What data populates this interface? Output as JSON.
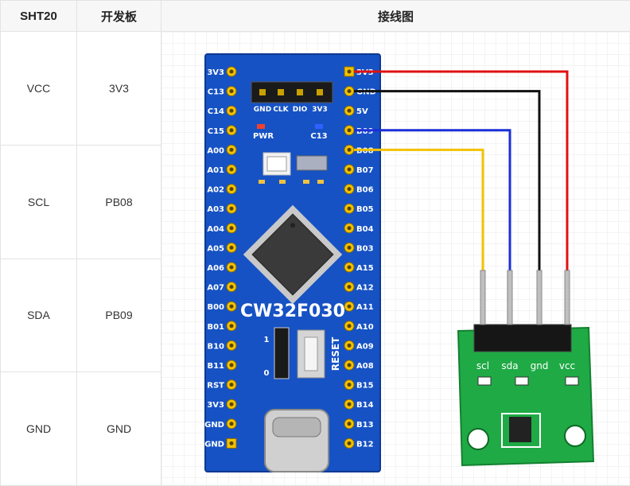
{
  "table": {
    "headers": [
      "SHT20",
      "开发板",
      "接线图"
    ],
    "rows": [
      {
        "sht20": "VCC",
        "board": "3V3"
      },
      {
        "sht20": "SCL",
        "board": "PB08"
      },
      {
        "sht20": "SDA",
        "board": "PB09"
      },
      {
        "sht20": "GND",
        "board": "GND"
      }
    ]
  },
  "diagram": {
    "board_name": "CW32F030",
    "left_pins": [
      "3V3",
      "C13",
      "C14",
      "C15",
      "A00",
      "A01",
      "A02",
      "A03",
      "A04",
      "A05",
      "A06",
      "A07",
      "B00",
      "B01",
      "B10",
      "B11",
      "RST",
      "3V3",
      "GND",
      "GND"
    ],
    "right_pins": [
      "3V3",
      "GND",
      "5V",
      "B09",
      "B08",
      "B07",
      "B06",
      "B05",
      "B04",
      "B03",
      "A15",
      "A12",
      "A11",
      "A10",
      "A09",
      "A08",
      "B15",
      "B14",
      "B13",
      "B12"
    ],
    "header_labels": [
      "GND",
      "CLK",
      "DIO",
      "3V3"
    ],
    "led_labels": [
      "PWR",
      "C13"
    ],
    "reset_label": "RESET",
    "boot_labels": [
      "1",
      "0"
    ],
    "sensor_labels": [
      "scl",
      "sda",
      "gnd",
      "vcc"
    ],
    "wire_colors": {
      "vcc": "#e01010",
      "gnd": "#111111",
      "sda": "#1a2fd8",
      "scl": "#f2c200"
    },
    "board_color": "#1652c4",
    "sensor_color": "#1faa45"
  }
}
